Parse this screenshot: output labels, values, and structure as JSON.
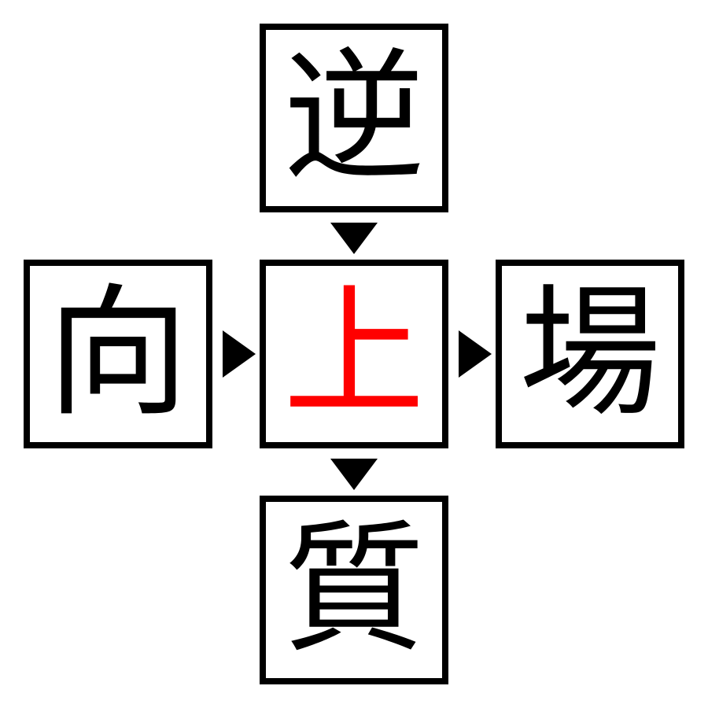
{
  "puzzle": {
    "top": "逆",
    "left": "向",
    "center": "上",
    "right": "場",
    "bottom": "質"
  },
  "colors": {
    "center_text": "#ff0000",
    "text": "#000000",
    "border": "#000000"
  },
  "icons": {
    "top_arrow": "triangle-down",
    "left_arrow": "triangle-right",
    "right_arrow": "triangle-right",
    "bottom_arrow": "triangle-down"
  }
}
